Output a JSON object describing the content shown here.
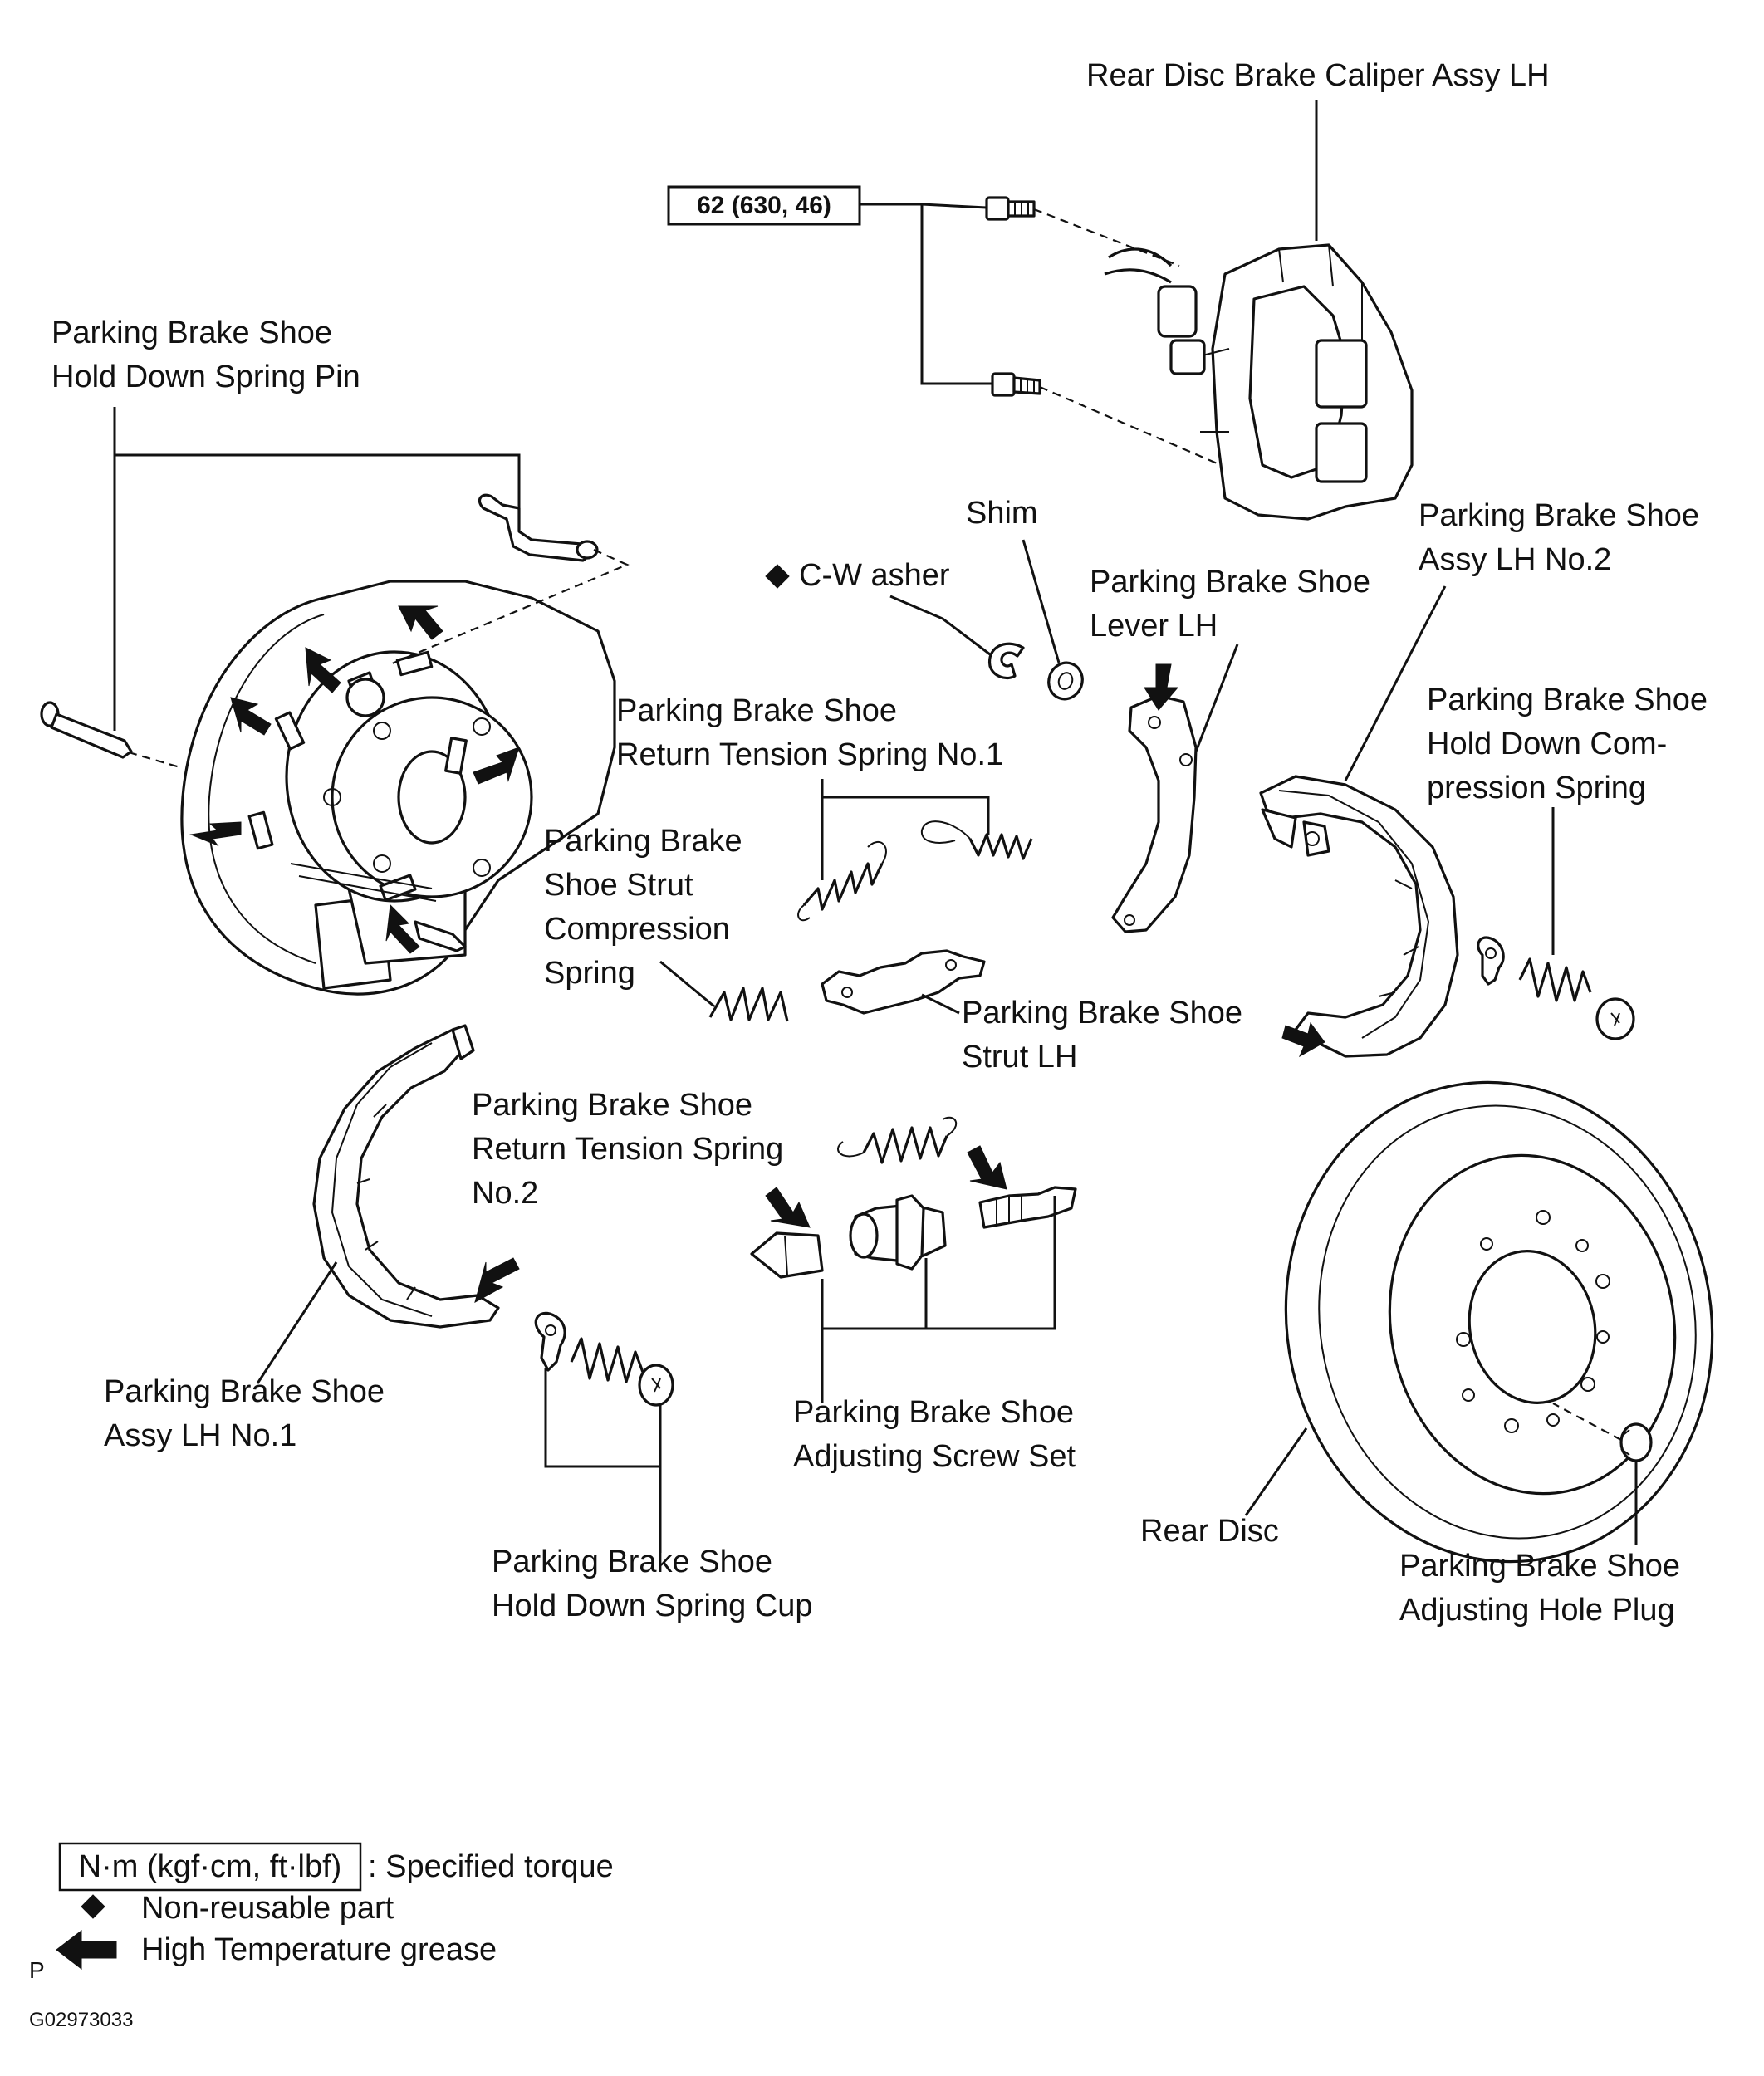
{
  "labels": {
    "caliper": "Rear Disc Brake Caliper Assy LH",
    "torque_value": "62 (630, 46)",
    "hold_pin_1": "Parking Brake Shoe",
    "hold_pin_2": "Hold Down Spring Pin",
    "shim": "Shim",
    "c_washer": "C-W asher",
    "shoe_no2_1": "Parking Brake Shoe",
    "shoe_no2_2": "Assy LH No.2",
    "lever_1": "Parking Brake Shoe",
    "lever_2": "Lever LH",
    "comp_spring_1": "Parking Brake Shoe",
    "comp_spring_2": "Hold  Down  Com-",
    "comp_spring_3": "pression Spring",
    "ret_spring1_1": "Parking Brake Shoe",
    "ret_spring1_2": "Return Tension Spring No.1",
    "strut_spring_1": "Parking Brake",
    "strut_spring_2": "Shoe Strut",
    "strut_spring_3": "Compression",
    "strut_spring_4": "Spring",
    "strut_1": "Parking Brake Shoe",
    "strut_2": "Strut LH",
    "ret_spring2_1": "Parking Brake Shoe",
    "ret_spring2_2": "Return Tension Spring",
    "ret_spring2_3": "No.2",
    "shoe_no1_1": "Parking Brake Shoe",
    "shoe_no1_2": "Assy LH No.1",
    "adj_screw_1": "Parking Brake Shoe",
    "adj_screw_2": "Adjusting Screw Set",
    "spring_cup_1": "Parking Brake Shoe",
    "spring_cup_2": "Hold Down Spring Cup",
    "rear_disc": "Rear Disc",
    "hole_plug_1": "Parking Brake Shoe",
    "hole_plug_2": "Adjusting Hole Plug"
  },
  "legend": {
    "torque_box": "N·m (kgf·cm, ft·lbf)",
    "torque_text": ": Specified torque",
    "nonreusable_text": "Non-reusable  part",
    "grease_text": "High Temperature grease"
  },
  "corner_letter": "P",
  "figure_code": "G02973033"
}
